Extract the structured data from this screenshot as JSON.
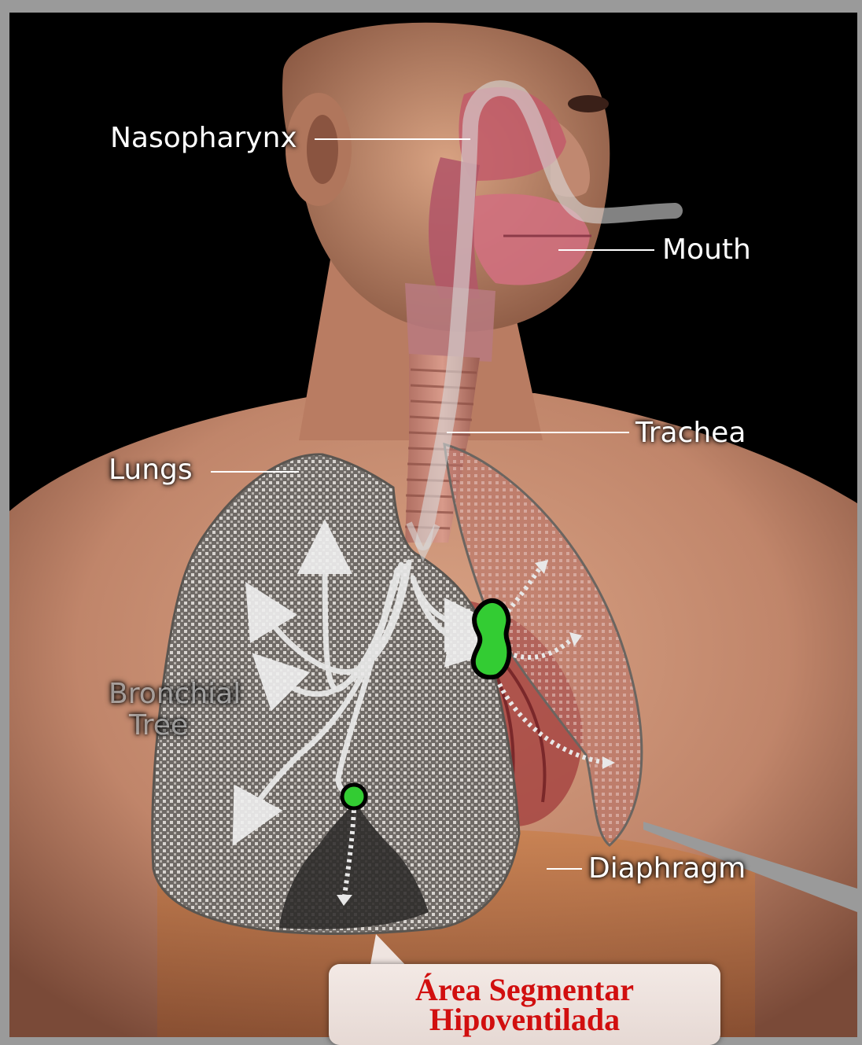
{
  "labels": {
    "nasopharynx": "Nasopharynx",
    "mouth": "Mouth",
    "trachea": "Trachea",
    "lungs": "Lungs",
    "bronchial_tree_line1": "Bronchial",
    "bronchial_tree_line2": "Tree",
    "diaphragm": "Diaphragm"
  },
  "callout": {
    "line1": "Área Segmentar",
    "line2": "Hipoventilada"
  },
  "colors": {
    "frame": "#9a9a9a",
    "background": "#000000",
    "skin": "#c88a6e",
    "lung_overlay": "#8a8580",
    "hypoventilated_area": "#3a3a3a",
    "obstruction_marker": "#33cc33",
    "callout_text": "#d10f0f"
  }
}
